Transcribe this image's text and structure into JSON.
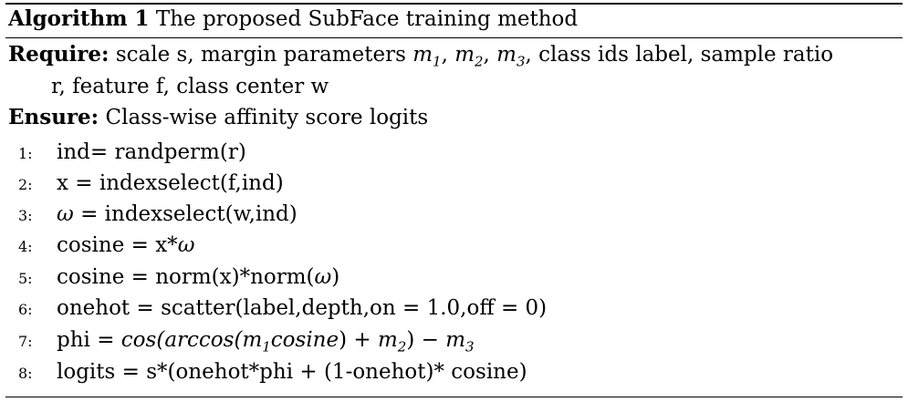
{
  "algorithm": {
    "label": "Algorithm 1",
    "title": "The proposed SubFace training method"
  },
  "require": {
    "keyword": "Require:",
    "text_a": "scale s, margin parameters",
    "m1": "m",
    "m1_sub": "1",
    "m2": "m",
    "m2_sub": "2",
    "m3": "m",
    "m3_sub": "3",
    "text_b": ", class ids label, sample ratio",
    "text_c": "r, feature f, class center w"
  },
  "ensure": {
    "keyword": "Ensure:",
    "text": "Class-wise affinity score logits"
  },
  "steps": [
    {
      "num": "1:",
      "text": "ind= randperm(r)"
    },
    {
      "num": "2:",
      "text": "x = indexselect(f,ind)"
    },
    {
      "num": "3:",
      "omega": "ω",
      "text": " = indexselect(w,ind)"
    },
    {
      "num": "4:",
      "text": "cosine = x*",
      "omega": "ω"
    },
    {
      "num": "5:",
      "text_a": "cosine = norm(x)*norm(",
      "omega": "ω",
      "text_b": ")"
    },
    {
      "num": "6:",
      "text": "onehot = scatter(label,depth,on = 1.0,off = 0)"
    },
    {
      "num": "7:",
      "text_a": "phi = ",
      "f_a": "cos",
      "p_open": "(",
      "f_b": "arccos",
      "p_open2": "(",
      "m1": "m",
      "m1_sub": "1",
      "f_c": "cosine",
      "p_close": ") + ",
      "m2": "m",
      "m2_sub": "2",
      "p_close2": ") − ",
      "m3": "m",
      "m3_sub": "3"
    },
    {
      "num": "8:",
      "text": "logits = s*(onehot*phi + (1-onehot)* cosine)"
    }
  ]
}
